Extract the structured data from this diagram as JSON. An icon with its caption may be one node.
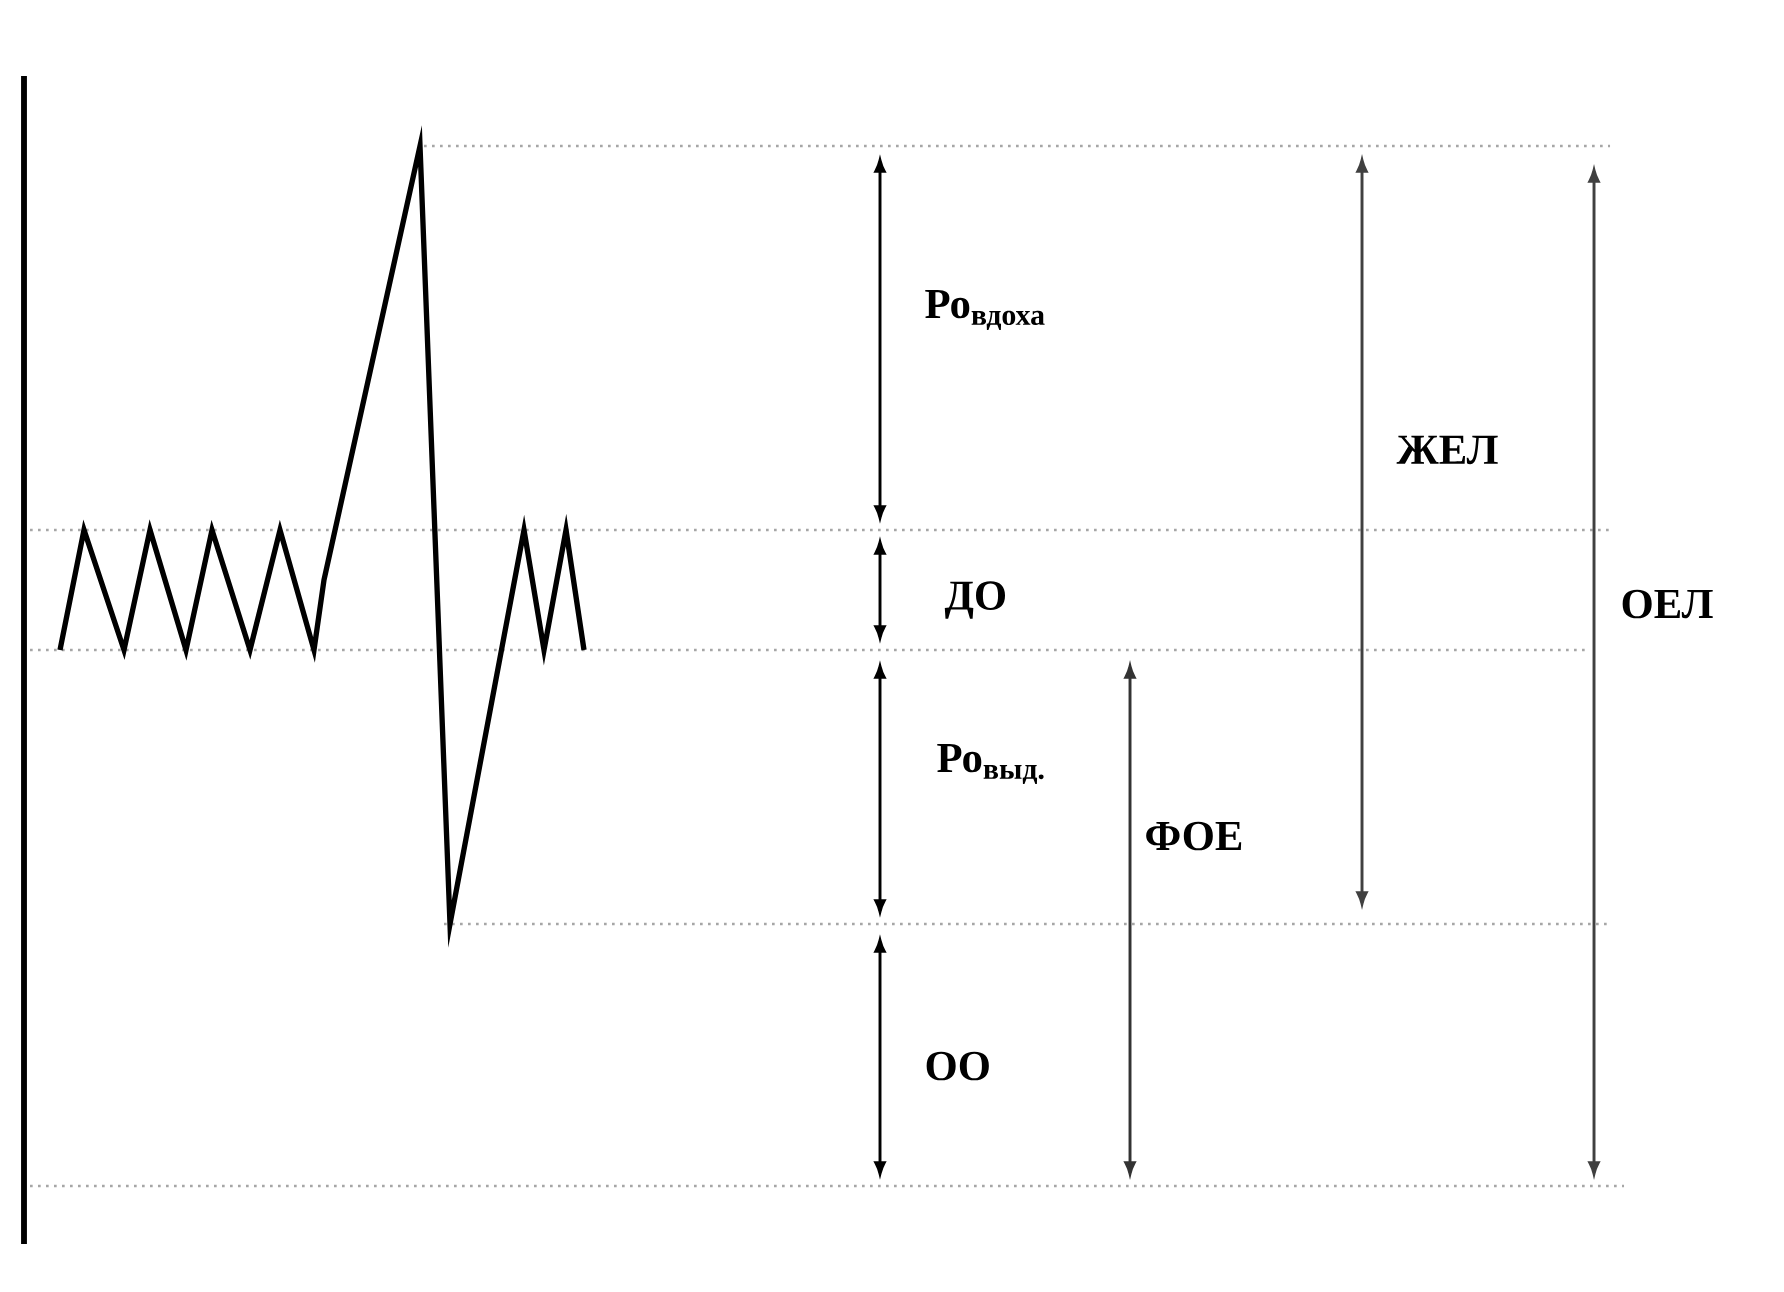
{
  "diagram": {
    "labels": [
      "Ро$_{вдоха}$",
      "ЖЕЛ",
      "ДО",
      "ОЕЛ",
      "Ро$_{выд.}$",
      "ФОЕ",
      "ОО"
    ]
  }
}
